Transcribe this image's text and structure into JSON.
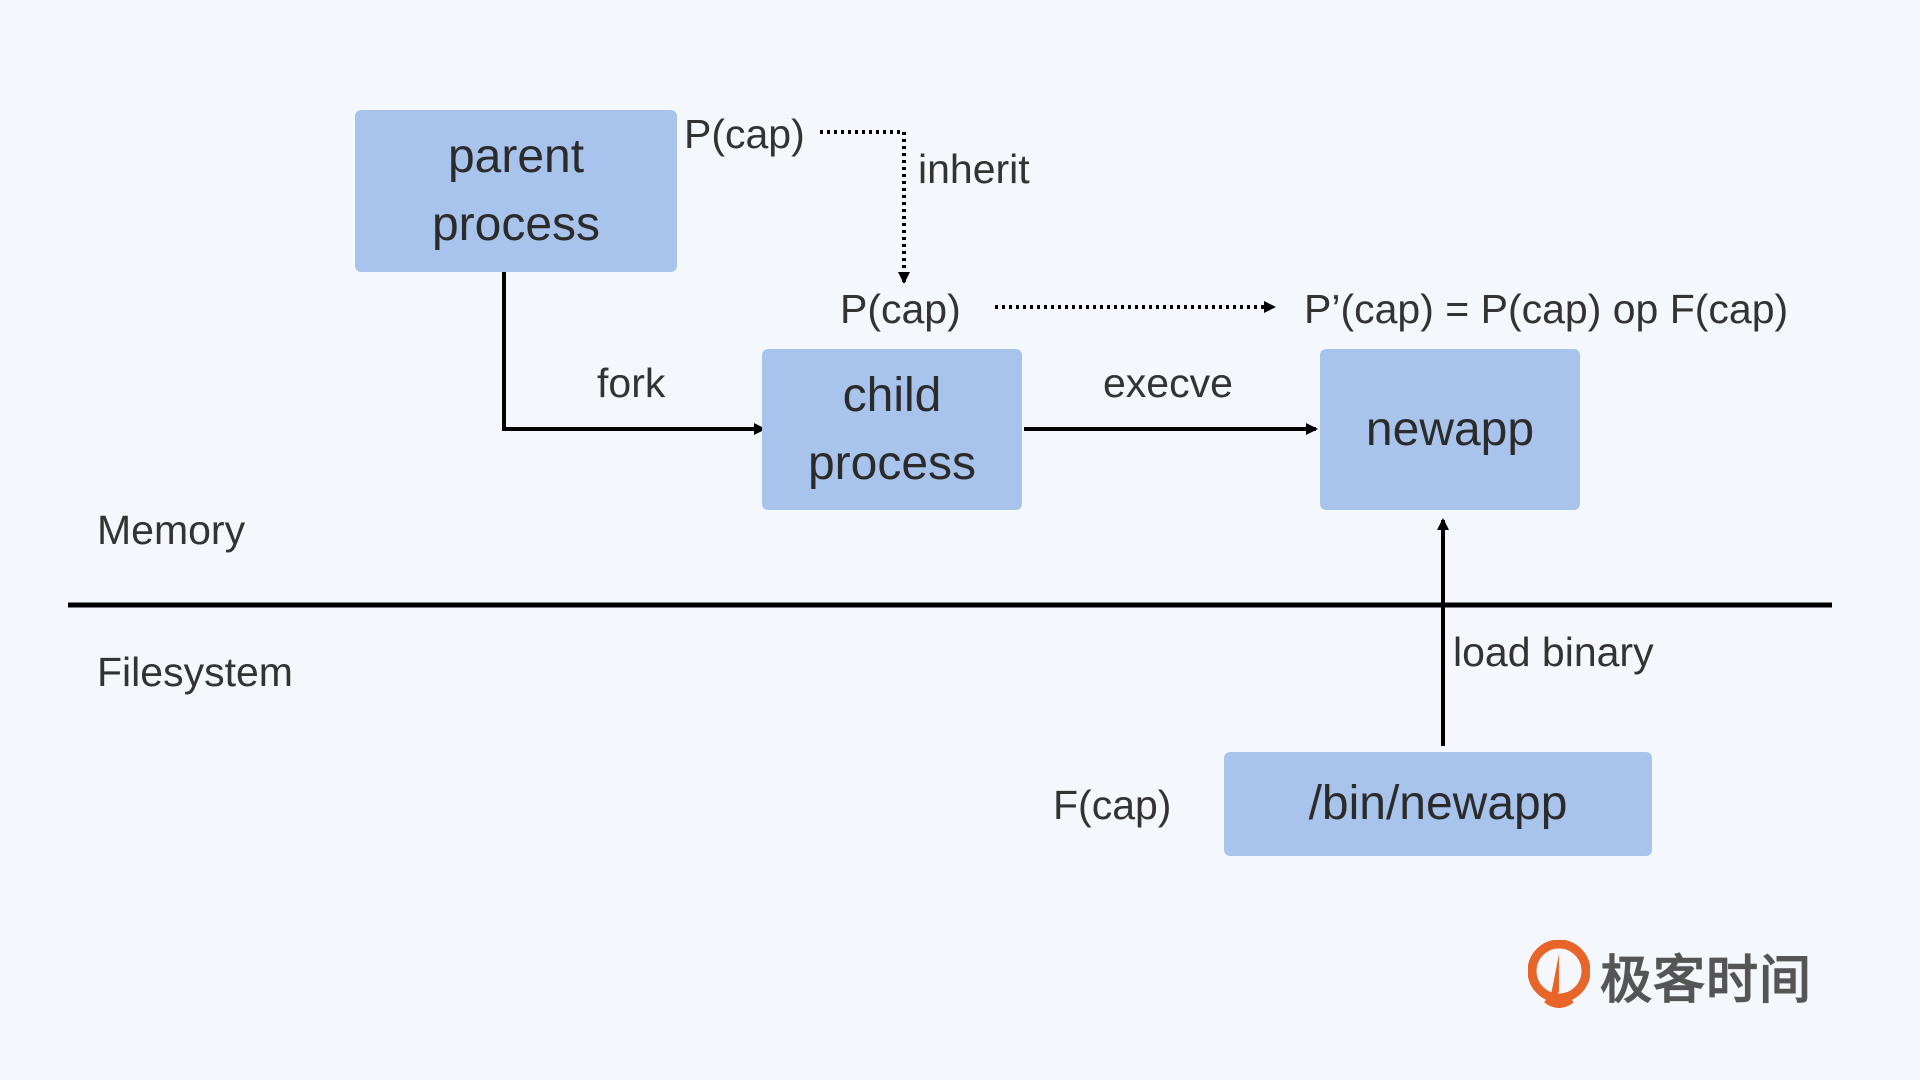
{
  "nodes": {
    "parent": {
      "line1": "parent",
      "line2": "process"
    },
    "child": {
      "line1": "child",
      "line2": "process"
    },
    "newapp": {
      "label": "newapp"
    },
    "binary": {
      "label": "/bin/newapp"
    }
  },
  "labels": {
    "parent_cap": "P(cap)",
    "inherit": "inherit",
    "child_cap": "P(cap)",
    "result_cap": "P’(cap) = P(cap) op F(cap)",
    "fork": "fork",
    "execve": "execve",
    "load_binary": "load binary",
    "file_cap": "F(cap)"
  },
  "regions": {
    "memory": "Memory",
    "filesystem": "Filesystem"
  },
  "brand": {
    "name": "极客时间",
    "logo_icon": "geektime-logo-icon",
    "accent_color": "#e8652a"
  },
  "colors": {
    "box_fill": "#a9c4ec",
    "background": "#f4f7fc",
    "line": "#000000"
  }
}
